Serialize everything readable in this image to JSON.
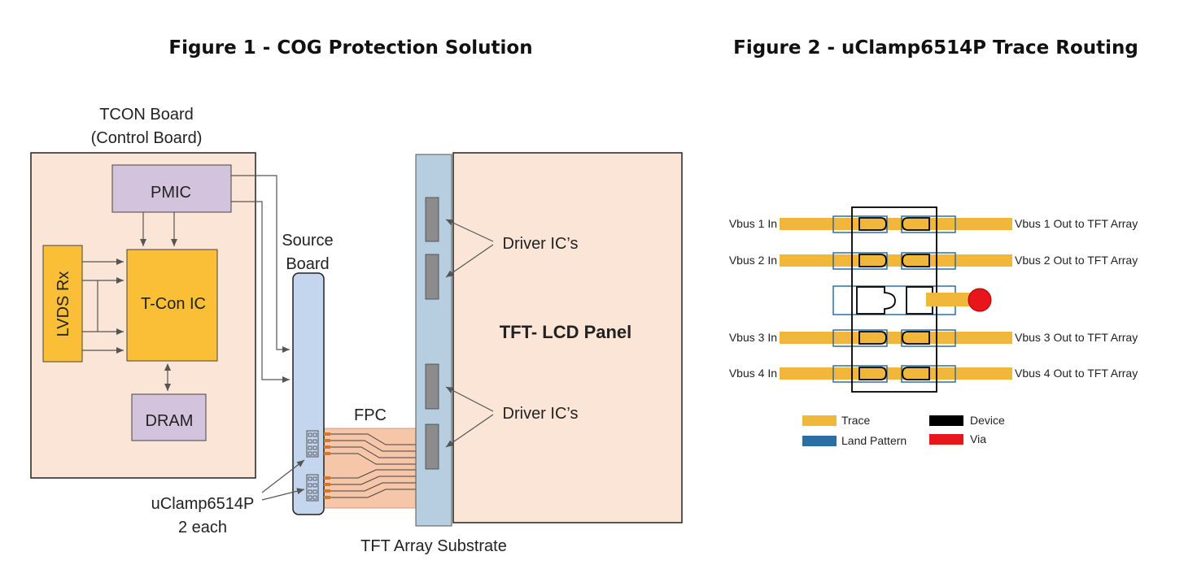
{
  "figure1": {
    "title": "Figure 1 - COG Protection Solution",
    "tcon_board_line1": "TCON Board",
    "tcon_board_line2": "(Control Board)",
    "pmic": "PMIC",
    "lvds": "LVDS Rx",
    "tcon_ic": "T-Con IC",
    "dram": "DRAM",
    "source_board_line1": "Source",
    "source_board_line2": "Board",
    "driver_ic_top": "Driver IC’s",
    "driver_ic_bottom": "Driver IC’s",
    "panel": "TFT- LCD Panel",
    "fpc": "FPC",
    "uclamp_line1": "uClamp6514P",
    "uclamp_line2": "2 each",
    "substrate": "TFT Array Substrate"
  },
  "figure2": {
    "title": "Figure 2 - uClamp6514P Trace Routing",
    "rows": [
      {
        "in": "Vbus 1 In",
        "out": "Vbus 1 Out to TFT Array"
      },
      {
        "in": "Vbus 2 In",
        "out": "Vbus 2 Out to TFT Array"
      },
      {
        "in": "Vbus 3 In",
        "out": "Vbus 3 Out to TFT Array"
      },
      {
        "in": "Vbus 4 In",
        "out": "Vbus 4 Out to TFT Array"
      }
    ],
    "legend": {
      "trace": "Trace",
      "land_pattern": "Land Pattern",
      "device": "Device",
      "via": "Via"
    },
    "colors": {
      "trace": "#f0b73a",
      "land_pattern": "#2e6da4",
      "device": "#000000",
      "via": "#e8161b"
    }
  },
  "colors": {
    "board_fill": "#fbe5d6",
    "chip_purple": "#d3c3dc",
    "chip_yellow": "#fbbf37",
    "source_board": "#c4d6ee",
    "substrate": "#b7cde0",
    "driver_ic": "#8c8c8c",
    "fpc": "#f5c6a8"
  }
}
